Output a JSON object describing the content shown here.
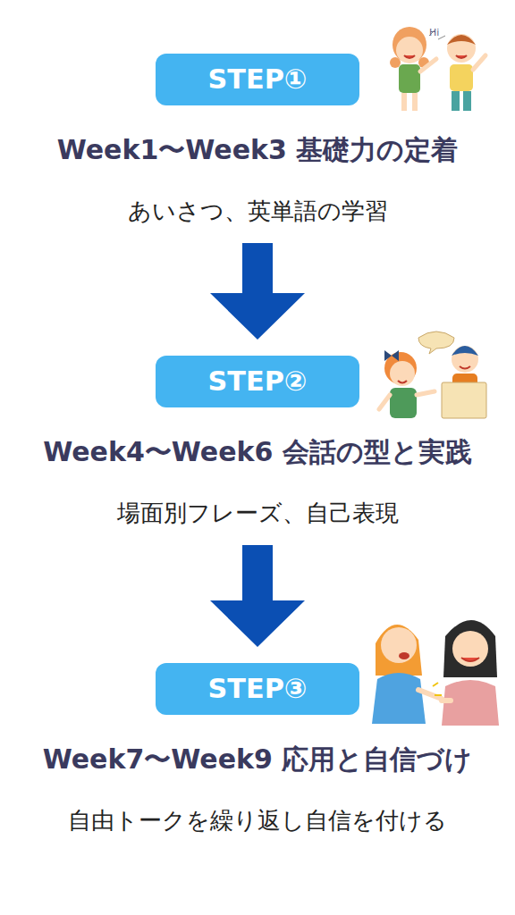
{
  "diagram": {
    "nodes": [
      {
        "text": [
          "STEP①",
          "Week1〜Week3 基礎力の定着",
          "あいさつ、英単語の学習"
        ]
      },
      {
        "text": [
          "STEP②",
          "Week4〜Week6 会話の型と実践",
          "場面別フレーズ、自己表現"
        ]
      },
      {
        "text": [
          "STEP③",
          "Week7〜Week9 応用と自信づけ",
          "自由トークを繰り返し自信を付ける"
        ]
      }
    ],
    "edges": [
      {
        "from": 0,
        "to": 1,
        "arrow": "to"
      },
      {
        "from": 1,
        "to": 2,
        "arrow": "to"
      }
    ],
    "labels": [
      "Hi"
    ]
  }
}
